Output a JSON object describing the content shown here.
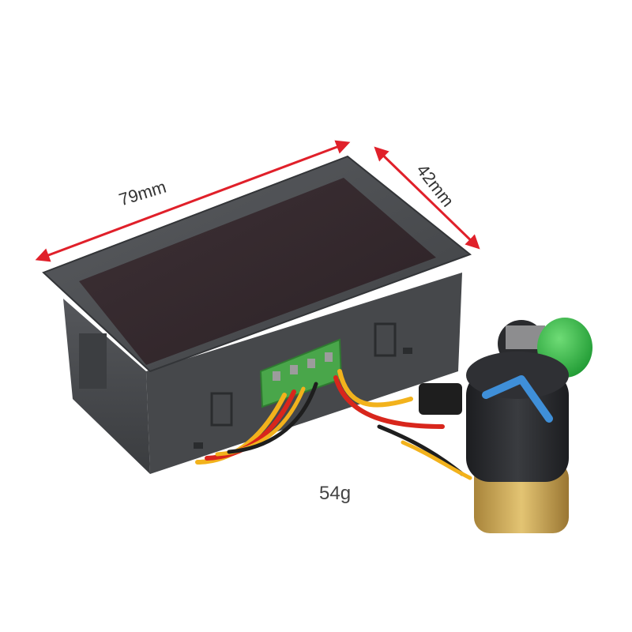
{
  "product": {
    "length_label": "79mm",
    "width_label": "42mm",
    "weight_label": "54g"
  },
  "colors": {
    "background": "#ffffff",
    "arrow": "#e0202a",
    "housing": "#4a4c4f",
    "display_window": "#3a2e33",
    "terminal_block": "#49a64a",
    "button_cap": "#2fb544",
    "knob": "#2a2b2e",
    "knob_indicator": "#3f8fd8",
    "wire_red": "#d8261c",
    "wire_yellow": "#f2b21c",
    "wire_black": "#1e1e1e",
    "potentiometer_body": "#c9a04e"
  }
}
